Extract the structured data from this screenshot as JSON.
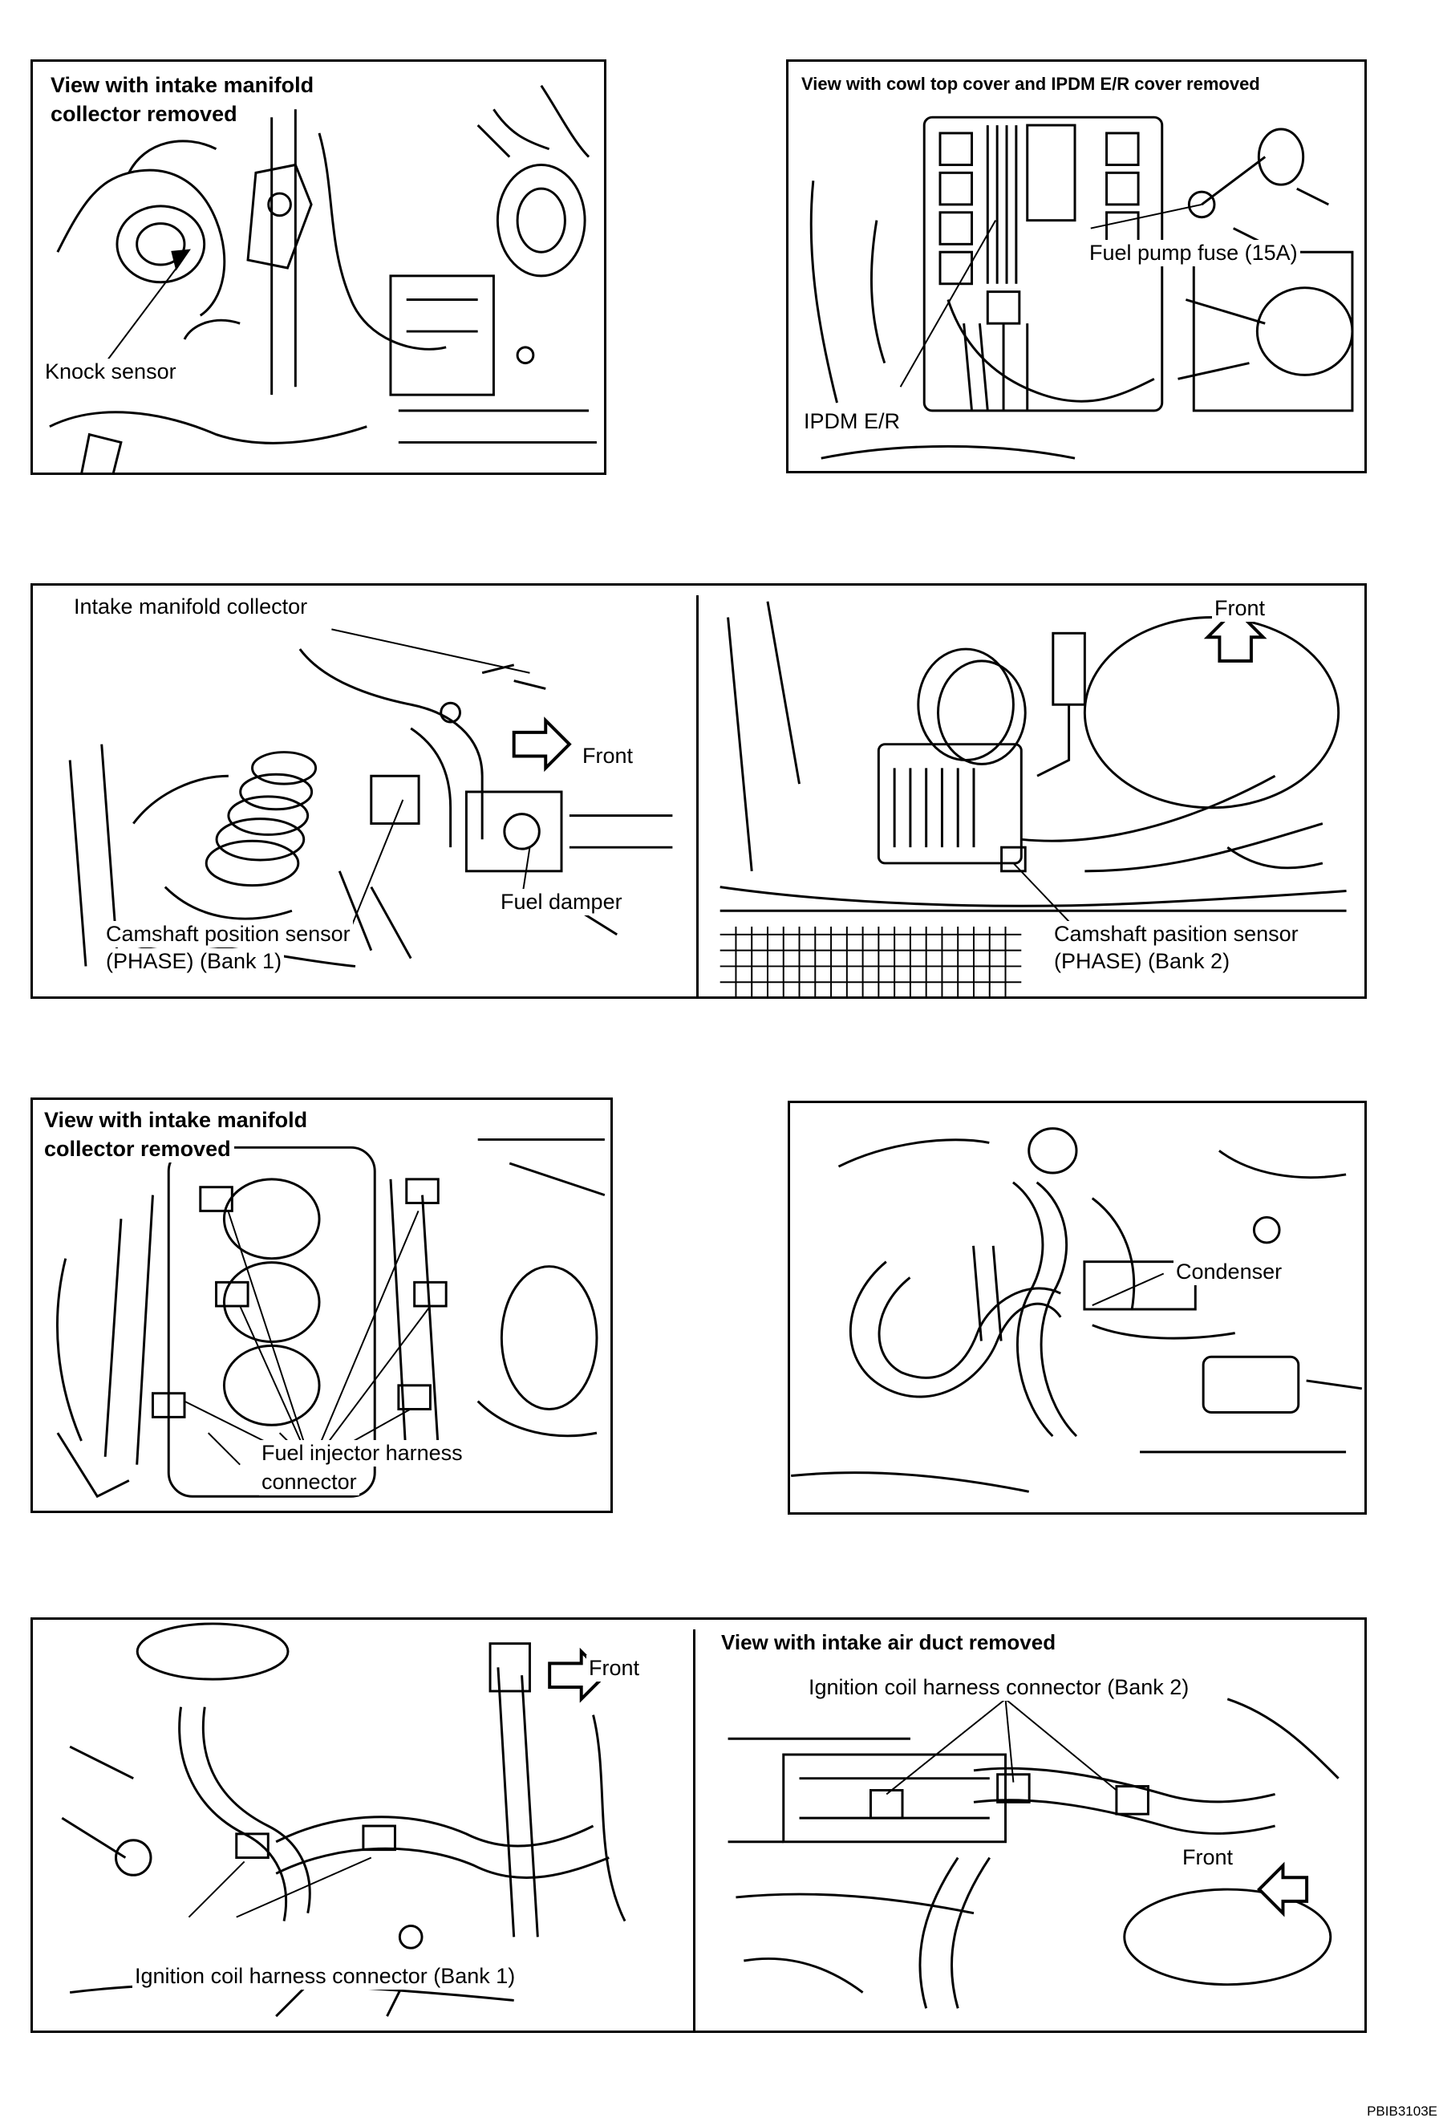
{
  "figure_code": "PBIB3103E",
  "panels": {
    "knock": {
      "heading_line1": "View with intake manifold",
      "heading_line2": "collector removed",
      "labels": {
        "knock_sensor": "Knock sensor"
      }
    },
    "ipdm": {
      "heading": "View with cowl top cover and IPDM E/R cover removed",
      "labels": {
        "fuel_pump_fuse": "Fuel pump fuse (15A)",
        "ipdm_er": "IPDM E/R"
      }
    },
    "camshaft_bank1": {
      "labels": {
        "intake_collector": "Intake manifold collector",
        "front": "Front",
        "fuel_damper": "Fuel damper",
        "sensor_line1": "Camshaft position sensor",
        "sensor_line2": "(PHASE) (Bank 1)"
      }
    },
    "camshaft_bank2": {
      "labels": {
        "front": "Front",
        "sensor_line1": "Camshaft pasition sensor",
        "sensor_line2": "(PHASE) (Bank 2)"
      }
    },
    "injector": {
      "heading_line1": "View with intake manifold",
      "heading_line2": "collector removed",
      "labels": {
        "connector_line1": "Fuel injector harness",
        "connector_line2": "connector"
      }
    },
    "condenser": {
      "labels": {
        "condenser": "Condenser"
      }
    },
    "ignition_bank1": {
      "labels": {
        "front": "Front",
        "connector": "Ignition coil harness connector (Bank 1)"
      }
    },
    "ignition_bank2": {
      "heading": "View with intake air duct removed",
      "labels": {
        "connector": "Ignition coil harness connector (Bank 2)",
        "front": "Front"
      }
    }
  }
}
